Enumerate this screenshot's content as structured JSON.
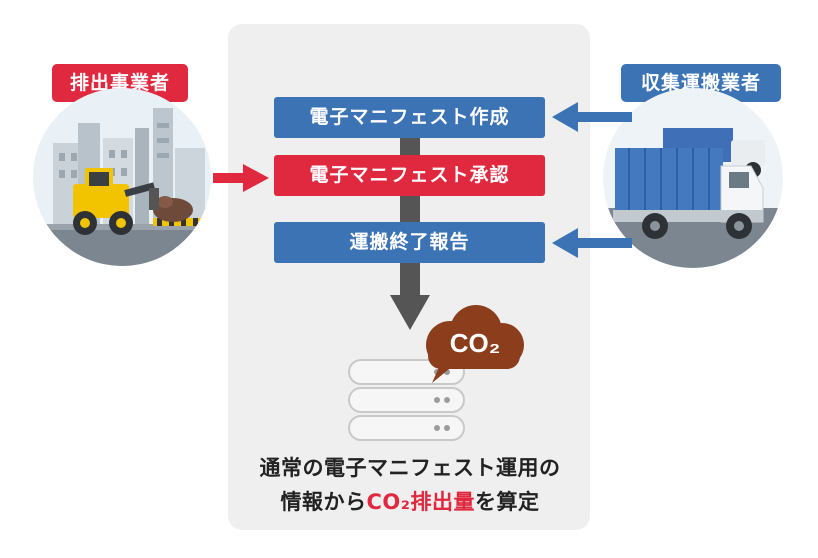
{
  "left_actor": {
    "label": "排出事業者"
  },
  "right_actor": {
    "label": "収集運搬業者"
  },
  "steps": [
    {
      "label": "電子マニフェスト作成",
      "color": "#3c73b5"
    },
    {
      "label": "電子マニフェスト承認",
      "color": "#e0283f"
    },
    {
      "label": "運搬終了報告",
      "color": "#3c73b5"
    }
  ],
  "cloud": {
    "text": "CO₂"
  },
  "caption": {
    "line1": "通常の電子マニフェスト運用の",
    "line2_prefix": "情報から",
    "line2_highlight": "CO₂排出量",
    "line2_suffix": "を算定"
  },
  "colors": {
    "red": "#e0283f",
    "blue": "#3c73b5",
    "panel": "#efefef",
    "cloud": "#8b3d1c"
  }
}
